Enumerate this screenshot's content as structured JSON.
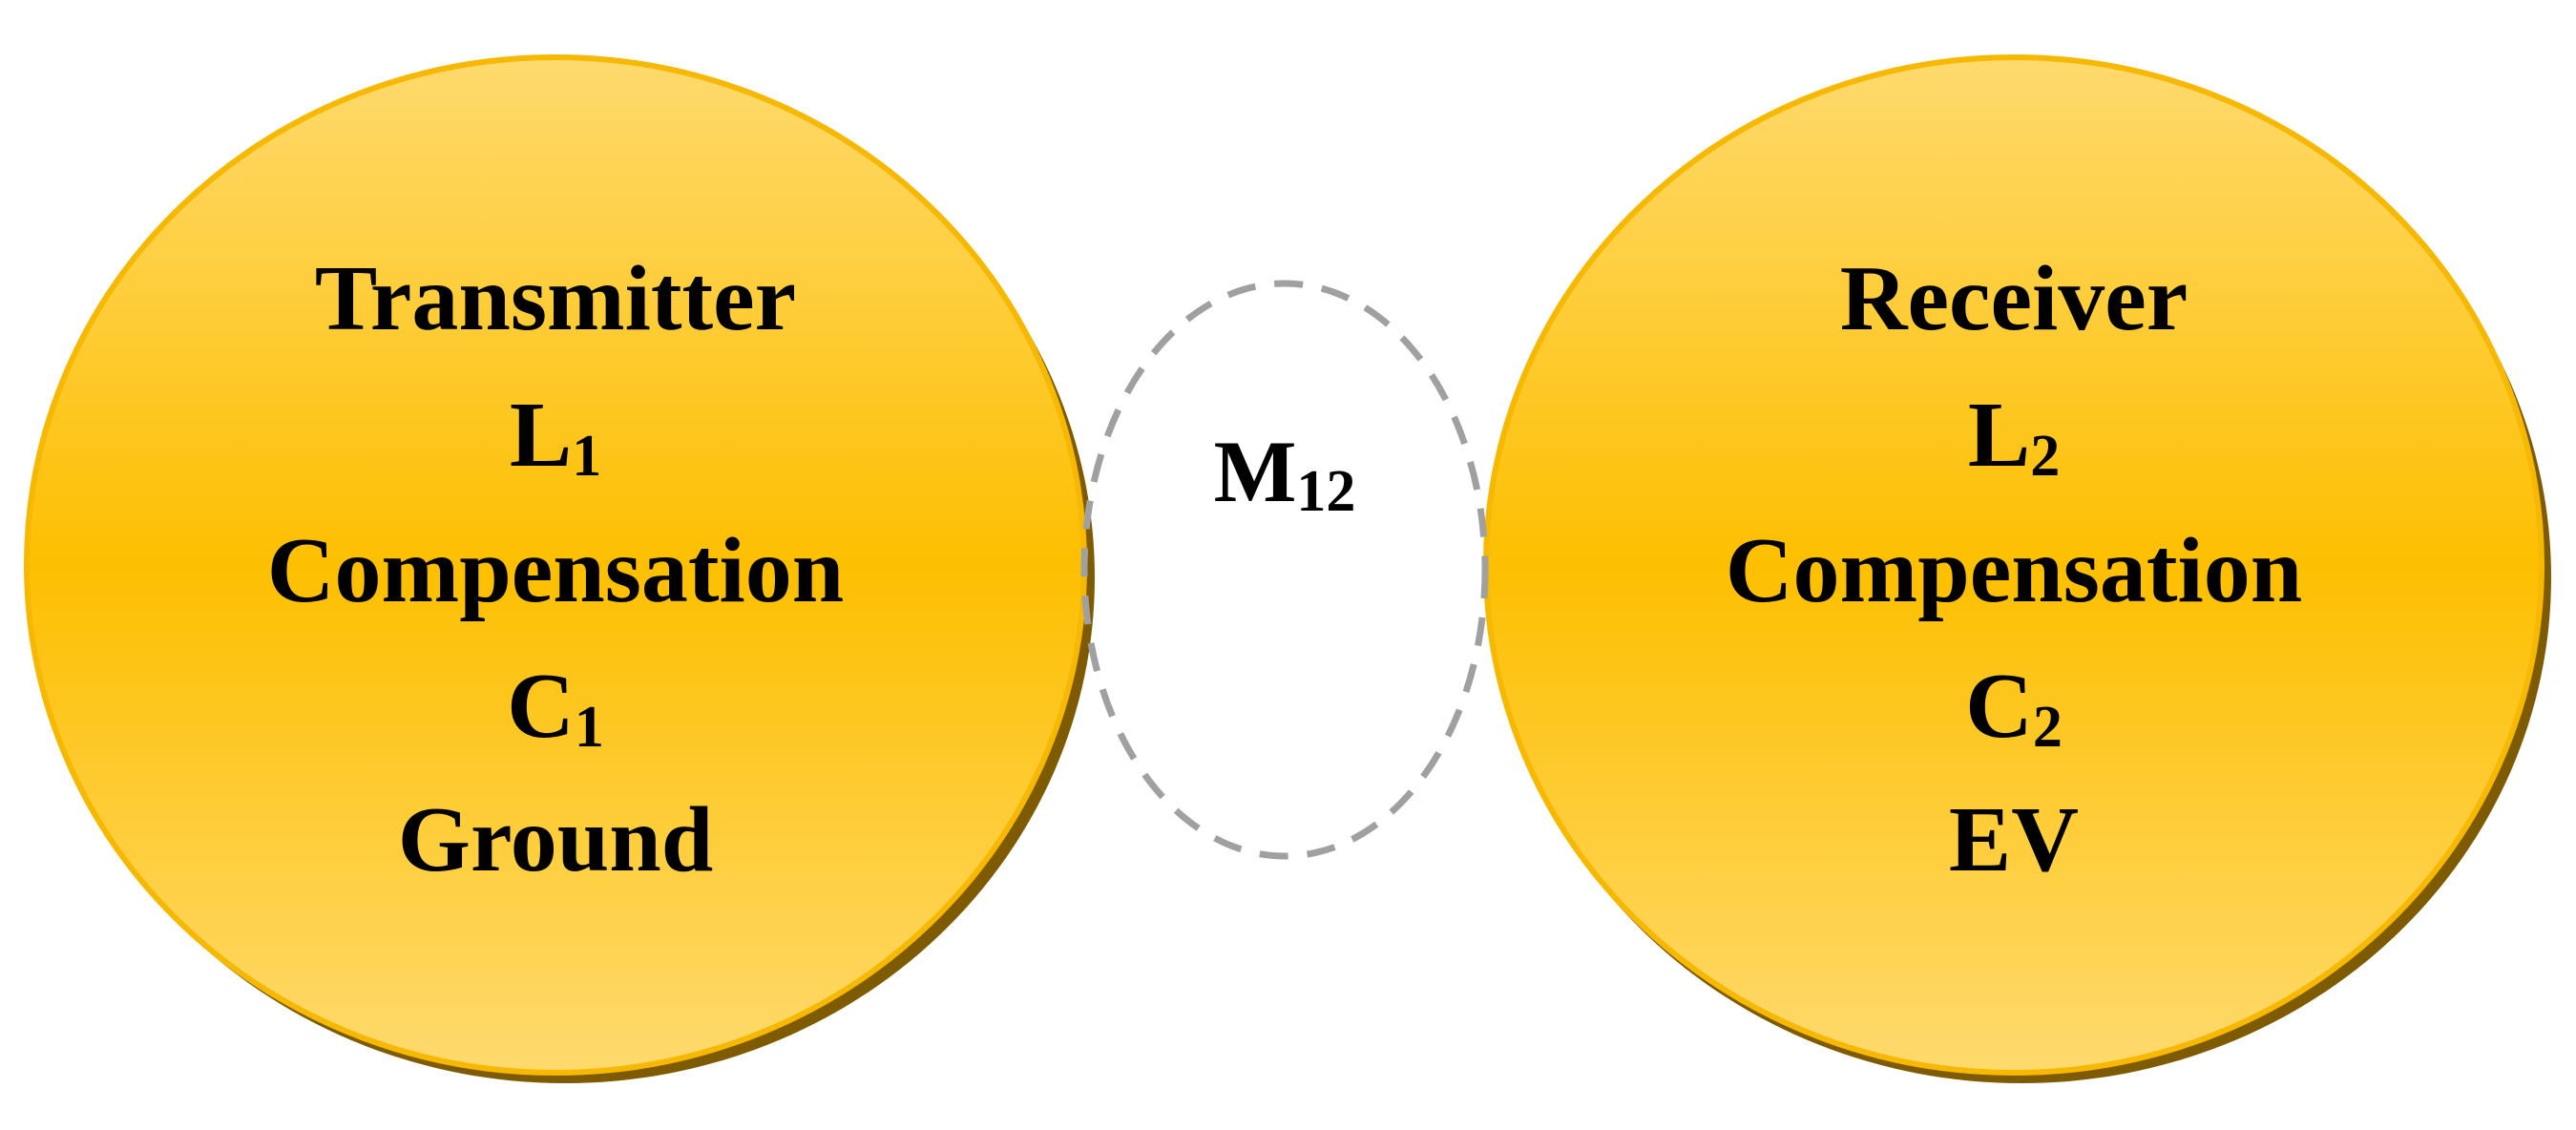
{
  "colors": {
    "circle_center": "#FDBF00",
    "circle_edge": "#FEDA6E",
    "circle_border": "#F6B800",
    "circle_shadow": "#7E5B00",
    "coupling_dash": "#A0A0A0",
    "text": "#000000"
  },
  "transmitter": {
    "title": "Transmitter",
    "inductor": {
      "main": "L",
      "sub": "1"
    },
    "compensation": "Compensation",
    "capacitor": {
      "main": "C",
      "sub": "1"
    },
    "location": "Ground"
  },
  "coupling": {
    "label": {
      "main": "M",
      "sub": "12"
    }
  },
  "receiver": {
    "title": "Receiver",
    "inductor": {
      "main": "L",
      "sub": "2"
    },
    "compensation": "Compensation",
    "capacitor": {
      "main": "C",
      "sub": "2"
    },
    "location": "EV"
  }
}
